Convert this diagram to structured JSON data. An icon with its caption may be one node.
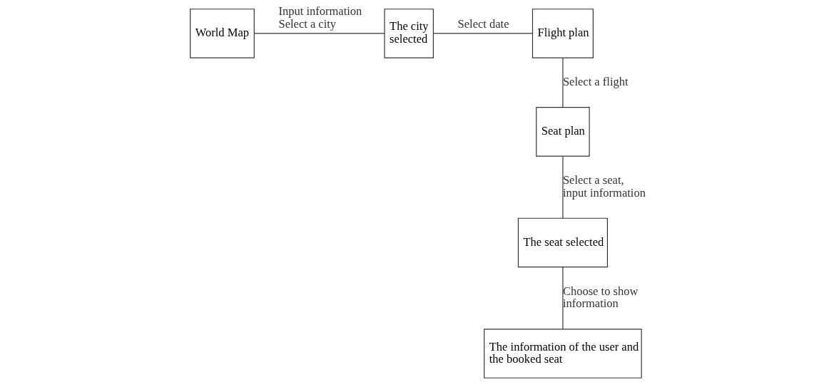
{
  "diagram": {
    "nodes": [
      {
        "text": [
          "World Map"
        ]
      },
      {
        "text": [
          "The city selected"
        ]
      },
      {
        "text": [
          "Flight plan"
        ]
      },
      {
        "text": [
          "Seat plan"
        ]
      },
      {
        "text": [
          "The seat selected"
        ]
      },
      {
        "text": [
          "The information of the user and the booked seat"
        ]
      }
    ],
    "edges": [
      {
        "from": 0,
        "to": 1,
        "arrow": "none",
        "label": "Input information Select a city"
      },
      {
        "from": 1,
        "to": 2,
        "arrow": "none",
        "label": "Select date"
      },
      {
        "from": 2,
        "to": 3,
        "arrow": "none",
        "label": "Select a flight"
      },
      {
        "from": 3,
        "to": 4,
        "arrow": "none",
        "label": "Select a seat, input information"
      },
      {
        "from": 4,
        "to": 5,
        "arrow": "none",
        "label": "Choose to show information"
      }
    ]
  }
}
